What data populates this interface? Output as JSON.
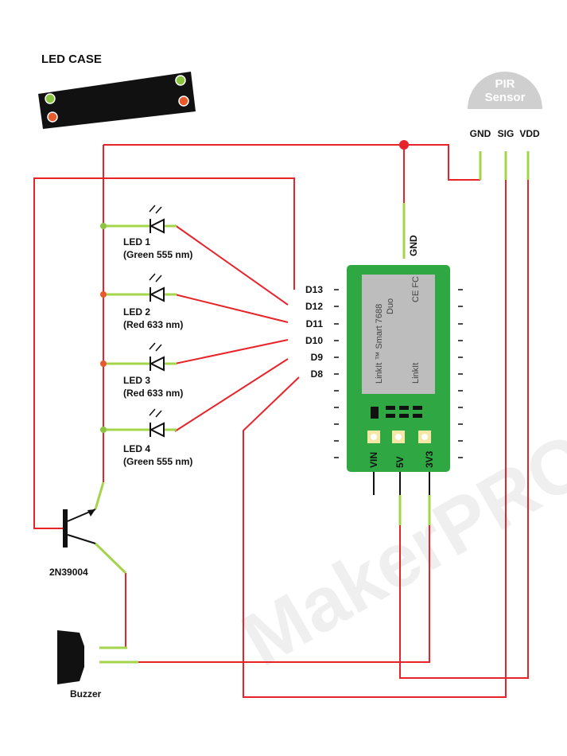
{
  "led_case": {
    "title": "LED CASE"
  },
  "pir": {
    "title_line1": "PIR",
    "title_line2": "Sensor",
    "pins": [
      "GND",
      "SIG",
      "VDD"
    ]
  },
  "leds": [
    {
      "name": "LED 1",
      "desc": "(Green 555 nm)"
    },
    {
      "name": "LED 2",
      "desc": "(Red 633 nm)"
    },
    {
      "name": "LED 3",
      "desc": "(Red 633 nm)"
    },
    {
      "name": "LED 4",
      "desc": "(Green 555 nm)"
    }
  ],
  "board": {
    "gnd_label": "GND",
    "pins_left": [
      "D13",
      "D12",
      "D11",
      "D10",
      "D9",
      "D8"
    ],
    "pins_bottom": [
      "VIN",
      "5V",
      "3V3"
    ],
    "name_line1": "LinkIt ™ Smart 7688",
    "name_line2": "Duo",
    "brand": "LinkIt",
    "certs": "CE FC"
  },
  "transistor": {
    "label": "2N39004"
  },
  "buzzer": {
    "label": "Buzzer"
  },
  "watermark": "MakerPRO",
  "colors": {
    "wire_red": "#e8242b",
    "wire_green": "#a3d44a",
    "board_green": "#2fa844",
    "led_green": "#8bc53f",
    "led_red": "#e85a2b"
  }
}
